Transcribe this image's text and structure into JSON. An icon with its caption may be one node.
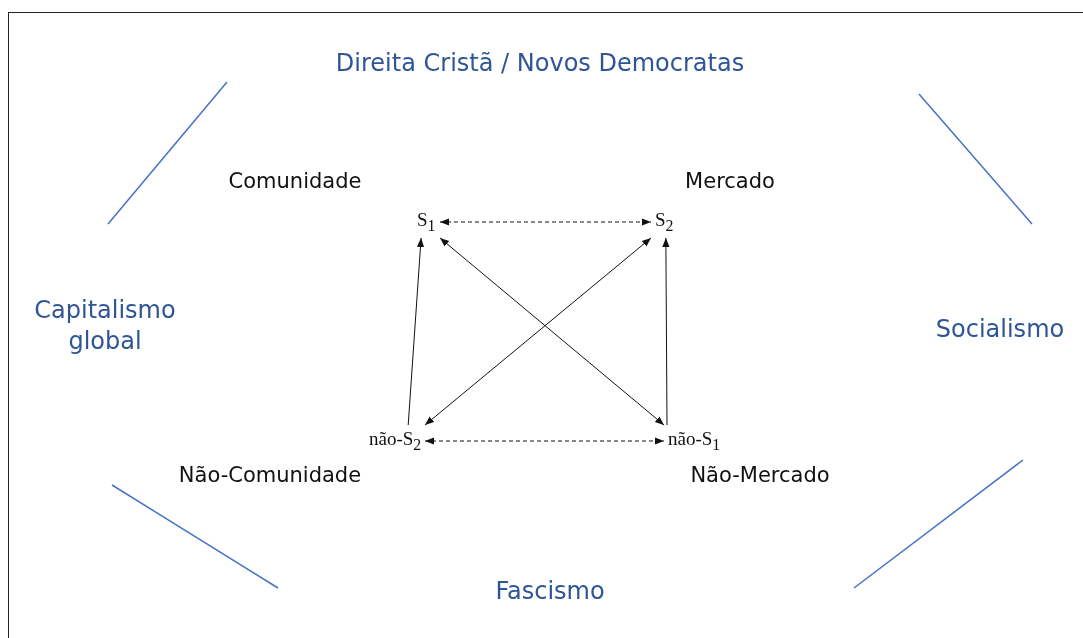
{
  "diagram": {
    "nodes": [
      {
        "text": [
          "S$_{1}$"
        ]
      },
      {
        "text": [
          "S$_{2}$"
        ]
      },
      {
        "text": [
          "não-S$_{2}$"
        ]
      },
      {
        "text": [
          "não-S$_{1}$"
        ]
      }
    ],
    "edges": [
      {
        "from": 0,
        "to": 1,
        "arrow": "both",
        "style": "dashed"
      },
      {
        "from": 2,
        "to": 3,
        "arrow": "both",
        "style": "dashed"
      },
      {
        "from": 2,
        "to": 0,
        "arrow": "to"
      },
      {
        "from": 3,
        "to": 1,
        "arrow": "to"
      },
      {
        "from": 0,
        "to": 3,
        "arrow": "both"
      },
      {
        "from": 2,
        "to": 1,
        "arrow": "both"
      }
    ],
    "labels": [
      "Direita Cristã / Novos Democratas",
      "Comunidade",
      "Mercado",
      "Capitalismo global",
      "Socialismo",
      "Não-Comunidade",
      "Não-Mercado",
      "Fascismo"
    ]
  }
}
